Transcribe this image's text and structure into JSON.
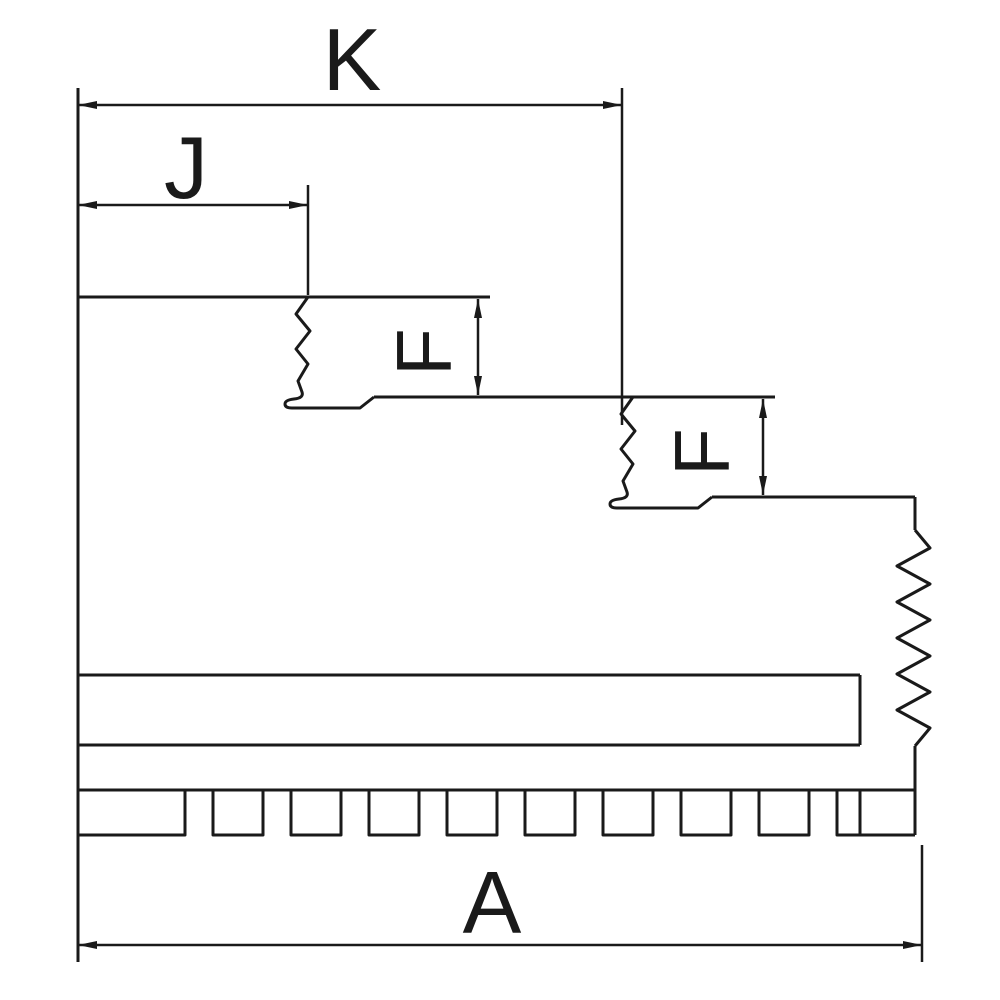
{
  "page": {
    "background_color": "#ffffff",
    "line_color": "#1a1a1a"
  },
  "dimensions": {
    "k_label": "K",
    "j_label": "J",
    "f_upper_label": "F",
    "f_lower_label": "F",
    "a_label": "A"
  }
}
